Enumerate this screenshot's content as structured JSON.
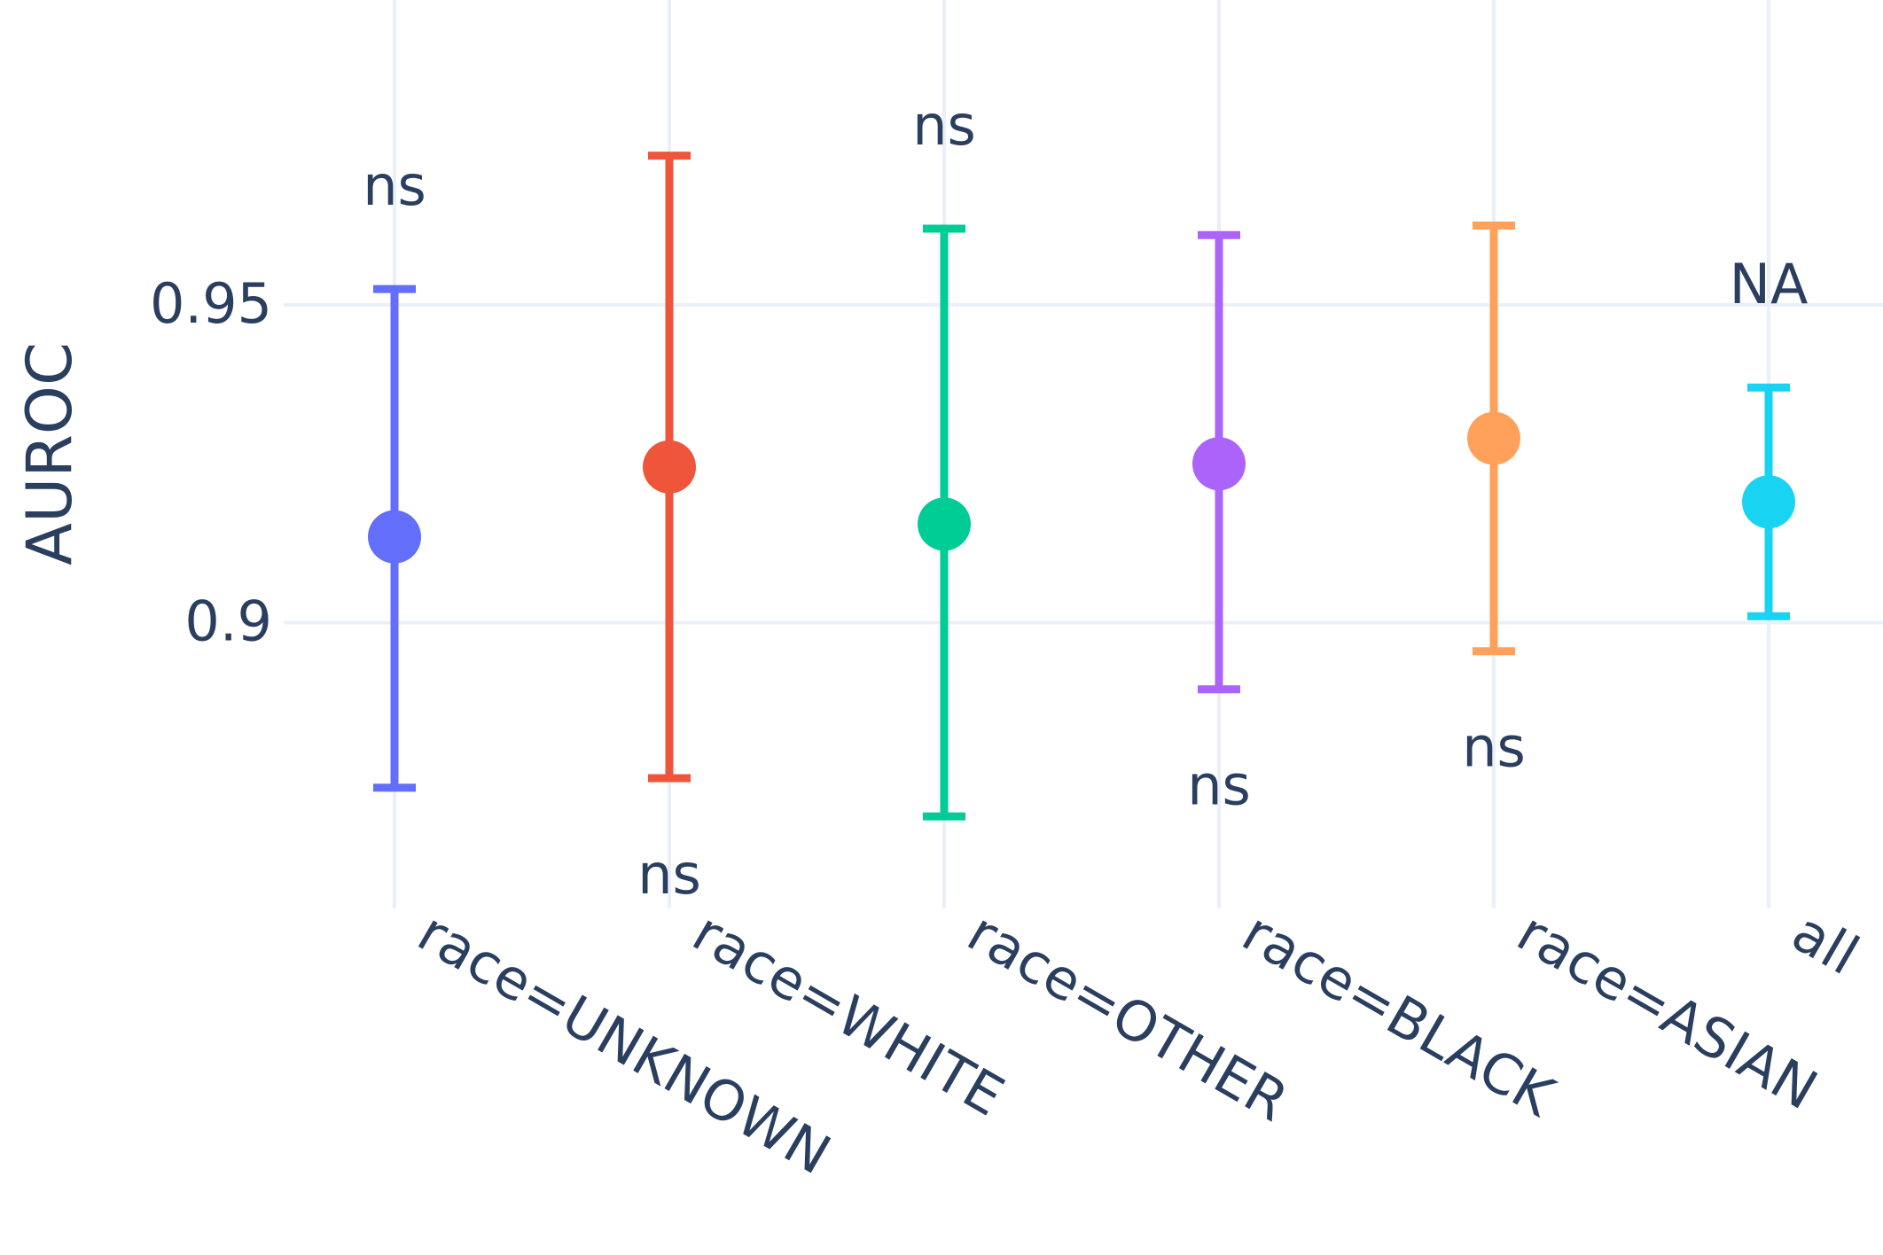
{
  "chart_data": {
    "type": "scatter",
    "title": "",
    "xlabel": "",
    "ylabel": "AUROC",
    "ylim": [
      0.855,
      0.998
    ],
    "yticks": [
      0.9,
      0.95
    ],
    "ytick_labels": [
      "0.9",
      "0.95"
    ],
    "grid": true,
    "legend": "none",
    "categories": [
      "race=UNKNOWN",
      "race=WHITE",
      "race=OTHER",
      "race=BLACK",
      "race=ASIAN",
      "all"
    ],
    "points": [
      {
        "category": "race=UNKNOWN",
        "value": 0.9135,
        "ci_low": 0.874,
        "ci_high": 0.9525,
        "annotation": "ns",
        "annotation_position": "above",
        "color": "#636efa"
      },
      {
        "category": "race=WHITE",
        "value": 0.9245,
        "ci_low": 0.8755,
        "ci_high": 0.9735,
        "annotation": "ns",
        "annotation_position": "below",
        "color": "#ef553b"
      },
      {
        "category": "race=OTHER",
        "value": 0.9155,
        "ci_low": 0.8695,
        "ci_high": 0.962,
        "annotation": "ns",
        "annotation_position": "above",
        "color": "#00cc96"
      },
      {
        "category": "race=BLACK",
        "value": 0.925,
        "ci_low": 0.8895,
        "ci_high": 0.961,
        "annotation": "ns",
        "annotation_position": "below",
        "color": "#ab63fa"
      },
      {
        "category": "race=ASIAN",
        "value": 0.929,
        "ci_low": 0.8955,
        "ci_high": 0.9625,
        "annotation": "ns",
        "annotation_position": "below",
        "color": "#ffa15a"
      },
      {
        "category": "all",
        "value": 0.919,
        "ci_low": 0.901,
        "ci_high": 0.937,
        "annotation": "NA",
        "annotation_position": "above",
        "color": "#19d3f3"
      }
    ]
  }
}
